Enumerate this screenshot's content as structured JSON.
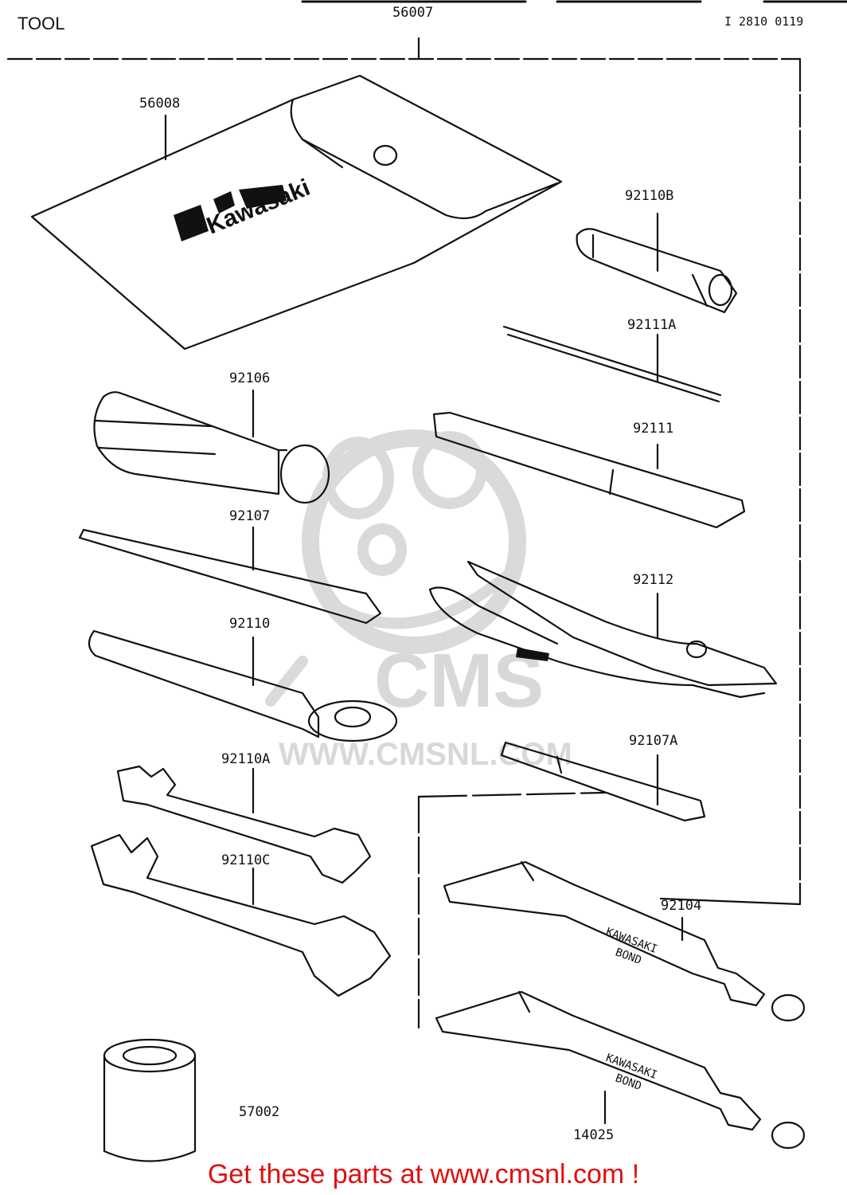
{
  "header": {
    "title": "TOOL",
    "assembly_code": "56007",
    "diagram_ref": "I 2810 0119"
  },
  "parts": [
    {
      "number": "56008",
      "name": "tool-pouch"
    },
    {
      "number": "92110B",
      "name": "spark-plug-wrench"
    },
    {
      "number": "92111A",
      "name": "handle-rod"
    },
    {
      "number": "92106",
      "name": "screwdriver-handle"
    },
    {
      "number": "92111",
      "name": "extension-bar"
    },
    {
      "number": "92107",
      "name": "screwdriver-bit"
    },
    {
      "number": "92112",
      "name": "pliers"
    },
    {
      "number": "92110",
      "name": "box-wrench"
    },
    {
      "number": "92107A",
      "name": "phillips-bit"
    },
    {
      "number": "92110A",
      "name": "open-end-wrench-small"
    },
    {
      "number": "92110C",
      "name": "open-end-wrench-large"
    },
    {
      "number": "92104",
      "name": "bond-tube-upper"
    },
    {
      "number": "57002",
      "name": "socket"
    },
    {
      "number": "14025",
      "name": "bond-tube-lower"
    }
  ],
  "pouch_brand": "Kawasaki",
  "tube_print": [
    "KAWASAKI",
    "BOND"
  ],
  "watermark": {
    "brand": "CMS",
    "url": "WWW.CMSNL.COM"
  },
  "footer": {
    "cta": "Get these parts at www.cmsnl.com !"
  },
  "colors": {
    "ink": "#111111",
    "cta": "#e01010",
    "watermark": "#d8d8d8"
  }
}
